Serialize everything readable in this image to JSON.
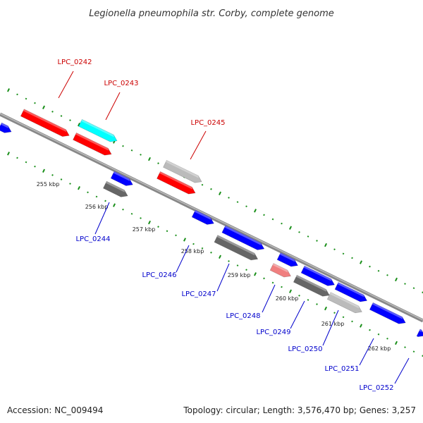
{
  "title": "Legionella pneumophila str. Corby, complete genome",
  "footer": {
    "accession": "Accession: NC_009494",
    "topology": "Topology: circular; Length: 3,576,470 bp; Genes: 3,257"
  },
  "colors": {
    "red": "#ff0000",
    "cyan": "#00ffff",
    "blue": "#0000ff",
    "gray_dark": "#666666",
    "gray_light": "#bbbbbb",
    "pink": "#f07f7f",
    "backbone": "#888888",
    "tick": "#1a8f1a",
    "label_red": "#cc0000",
    "label_blue": "#0000cc"
  },
  "ticks": [
    {
      "label": "255 kbp"
    },
    {
      "label": "256 kbp"
    },
    {
      "label": "257 kbp"
    },
    {
      "label": "258 kbp"
    },
    {
      "label": "259 kbp"
    },
    {
      "label": "260 kbp"
    },
    {
      "label": "261 kbp"
    },
    {
      "label": "262 kbp"
    }
  ],
  "genes": [
    {
      "label": "LPC_0242",
      "color": "red"
    },
    {
      "label": "LPC_0243",
      "color": "red"
    },
    {
      "label": "LPC_0244",
      "color": "blue"
    },
    {
      "label": "LPC_0245",
      "color": "red"
    },
    {
      "label": "LPC_0246",
      "color": "blue"
    },
    {
      "label": "LPC_0247",
      "color": "blue"
    },
    {
      "label": "LPC_0248",
      "color": "blue"
    },
    {
      "label": "LPC_0249",
      "color": "blue"
    },
    {
      "label": "LPC_0250",
      "color": "blue"
    },
    {
      "label": "LPC_0251",
      "color": "blue"
    },
    {
      "label": "LPC_0252",
      "color": "blue"
    }
  ]
}
